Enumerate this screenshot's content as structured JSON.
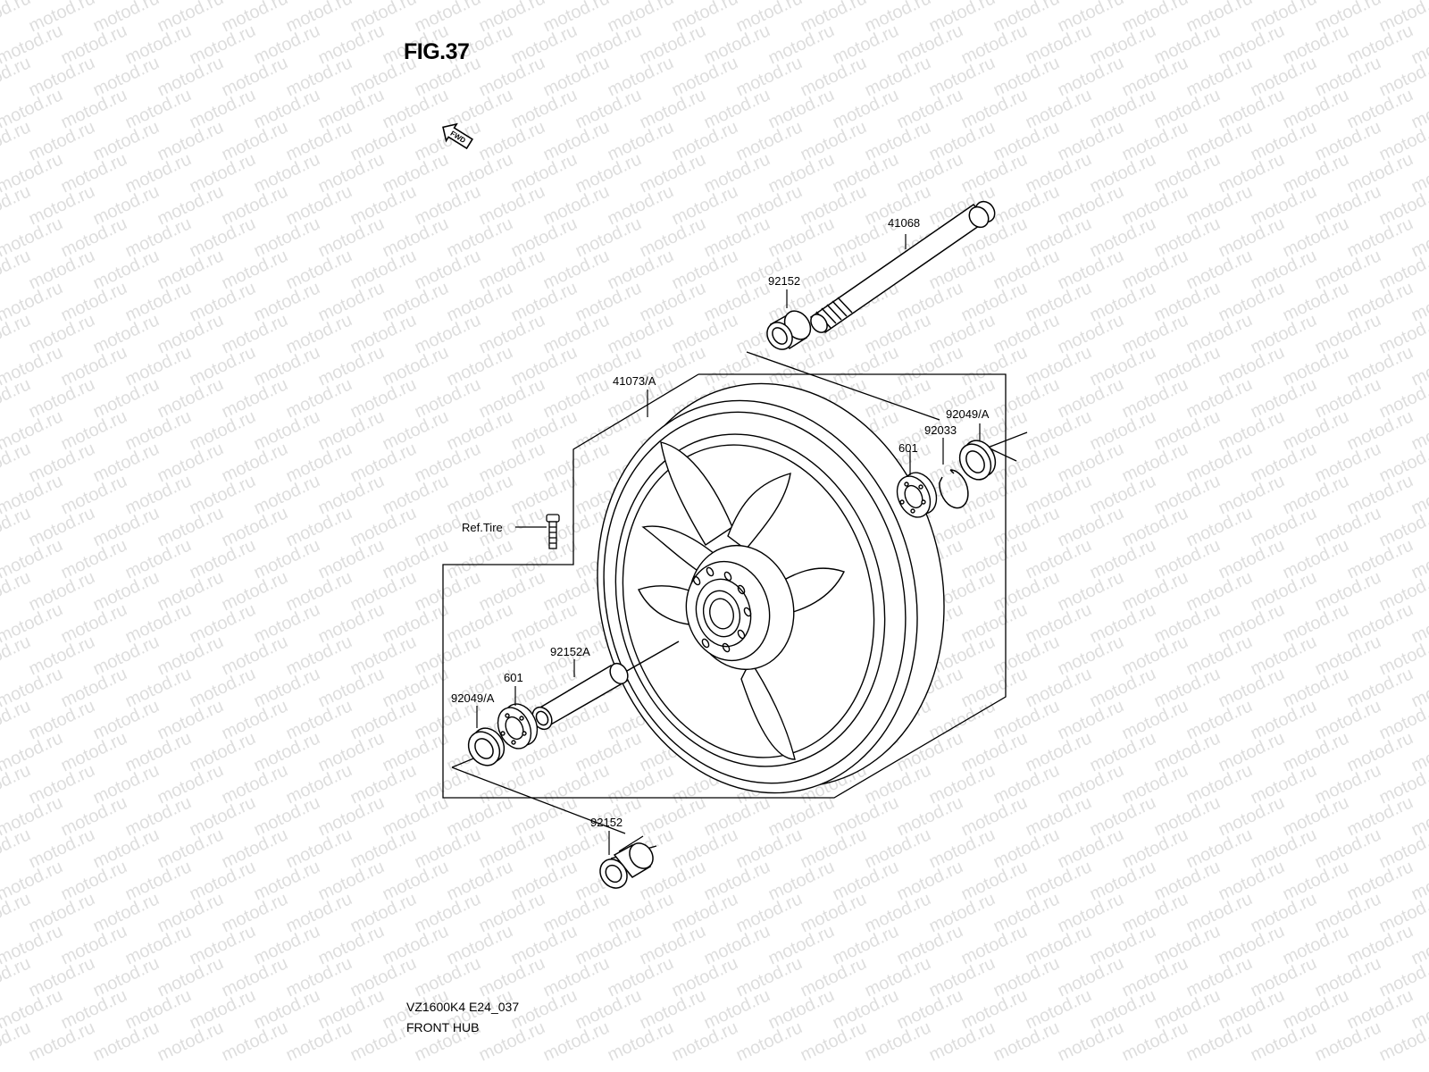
{
  "figure": {
    "title": "FIG.37",
    "forward_marker": "FWD"
  },
  "watermark": {
    "text": "motod.ru"
  },
  "parts": {
    "axle": "41068",
    "collar_upper": "92152",
    "wheel": "41073/A",
    "oil_seal_right": "92049/A",
    "circlip": "92033",
    "bearing_right": "601",
    "valve_ref": "Ref.Tire",
    "spacer": "92152A",
    "bearing_left": "601",
    "oil_seal_left": "92049/A",
    "collar_lower": "92152"
  },
  "footer": {
    "model_code": "VZ1600K4 E24_037",
    "section_name": "FRONT HUB"
  }
}
